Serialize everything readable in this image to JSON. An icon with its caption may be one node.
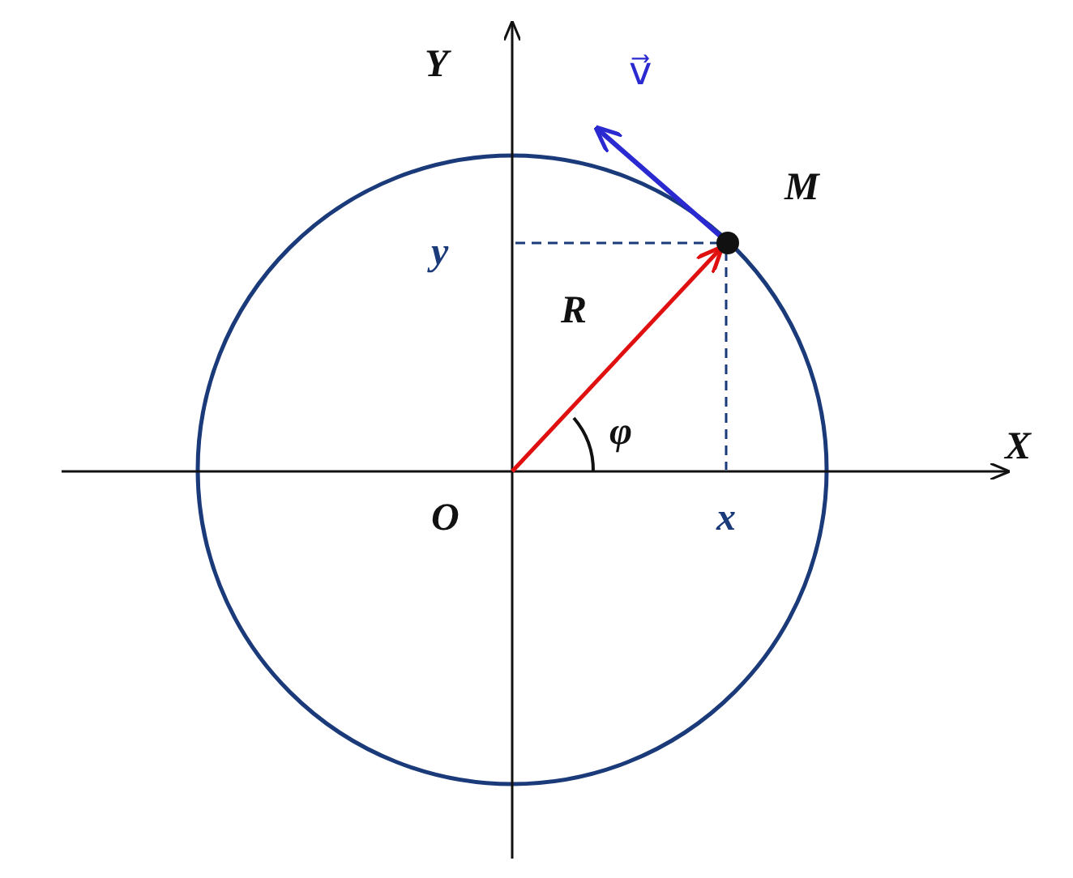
{
  "diagram": {
    "labels": [
      "Y",
      "v⃗",
      "M",
      "y",
      "R",
      "X",
      "φ",
      "O",
      "x"
    ]
  }
}
